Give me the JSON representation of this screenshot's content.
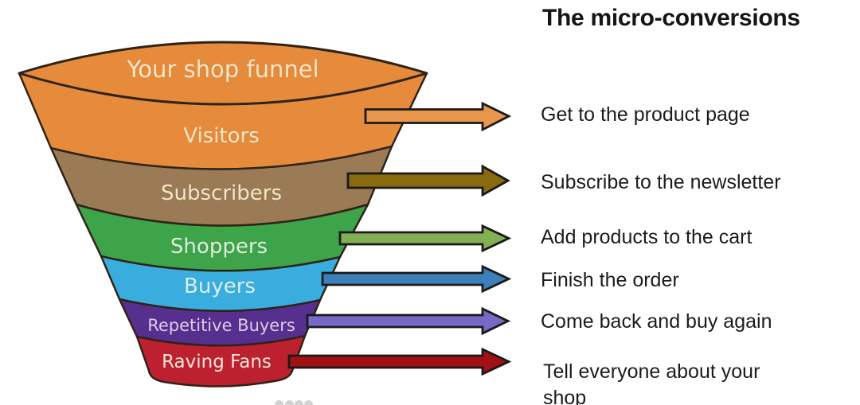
{
  "title": "The micro-conversions",
  "funnel": {
    "heading": "Your shop funnel",
    "stages": [
      {
        "label": "Visitors",
        "color": "#E68B3C",
        "label_color": "#F3E6C9",
        "arrow_color": "#E9964D",
        "conversion": "Get to the product page"
      },
      {
        "label": "Subscribers",
        "color": "#9B7B55",
        "label_color": "#F3E6C9",
        "arrow_color": "#8A6A0E",
        "conversion": "Subscribe to the newsletter"
      },
      {
        "label": "Shoppers",
        "color": "#3DA44A",
        "label_color": "#DCEFDB",
        "arrow_color": "#83B055",
        "conversion": "Add products to the cart"
      },
      {
        "label": "Buyers",
        "color": "#39AEDE",
        "label_color": "#D9F0F8",
        "arrow_color": "#3D7FB8",
        "conversion": "Finish the order"
      },
      {
        "label": "Repetitive Buyers",
        "color": "#572F8E",
        "label_color": "#DCCCEC",
        "arrow_color": "#7968C6",
        "conversion": "Come back and buy again"
      },
      {
        "label": "Raving Fans",
        "color": "#BD2130",
        "label_color": "#F6E4DC",
        "arrow_color": "#A21013",
        "conversion": "Tell everyone about your shop"
      }
    ]
  },
  "colors": {
    "outline": "#2F2318",
    "arrow_outline": "#1A1A1A",
    "heading_text": "#151515",
    "conversion_text": "#1C1C1C",
    "background": "#FFFFFF"
  }
}
